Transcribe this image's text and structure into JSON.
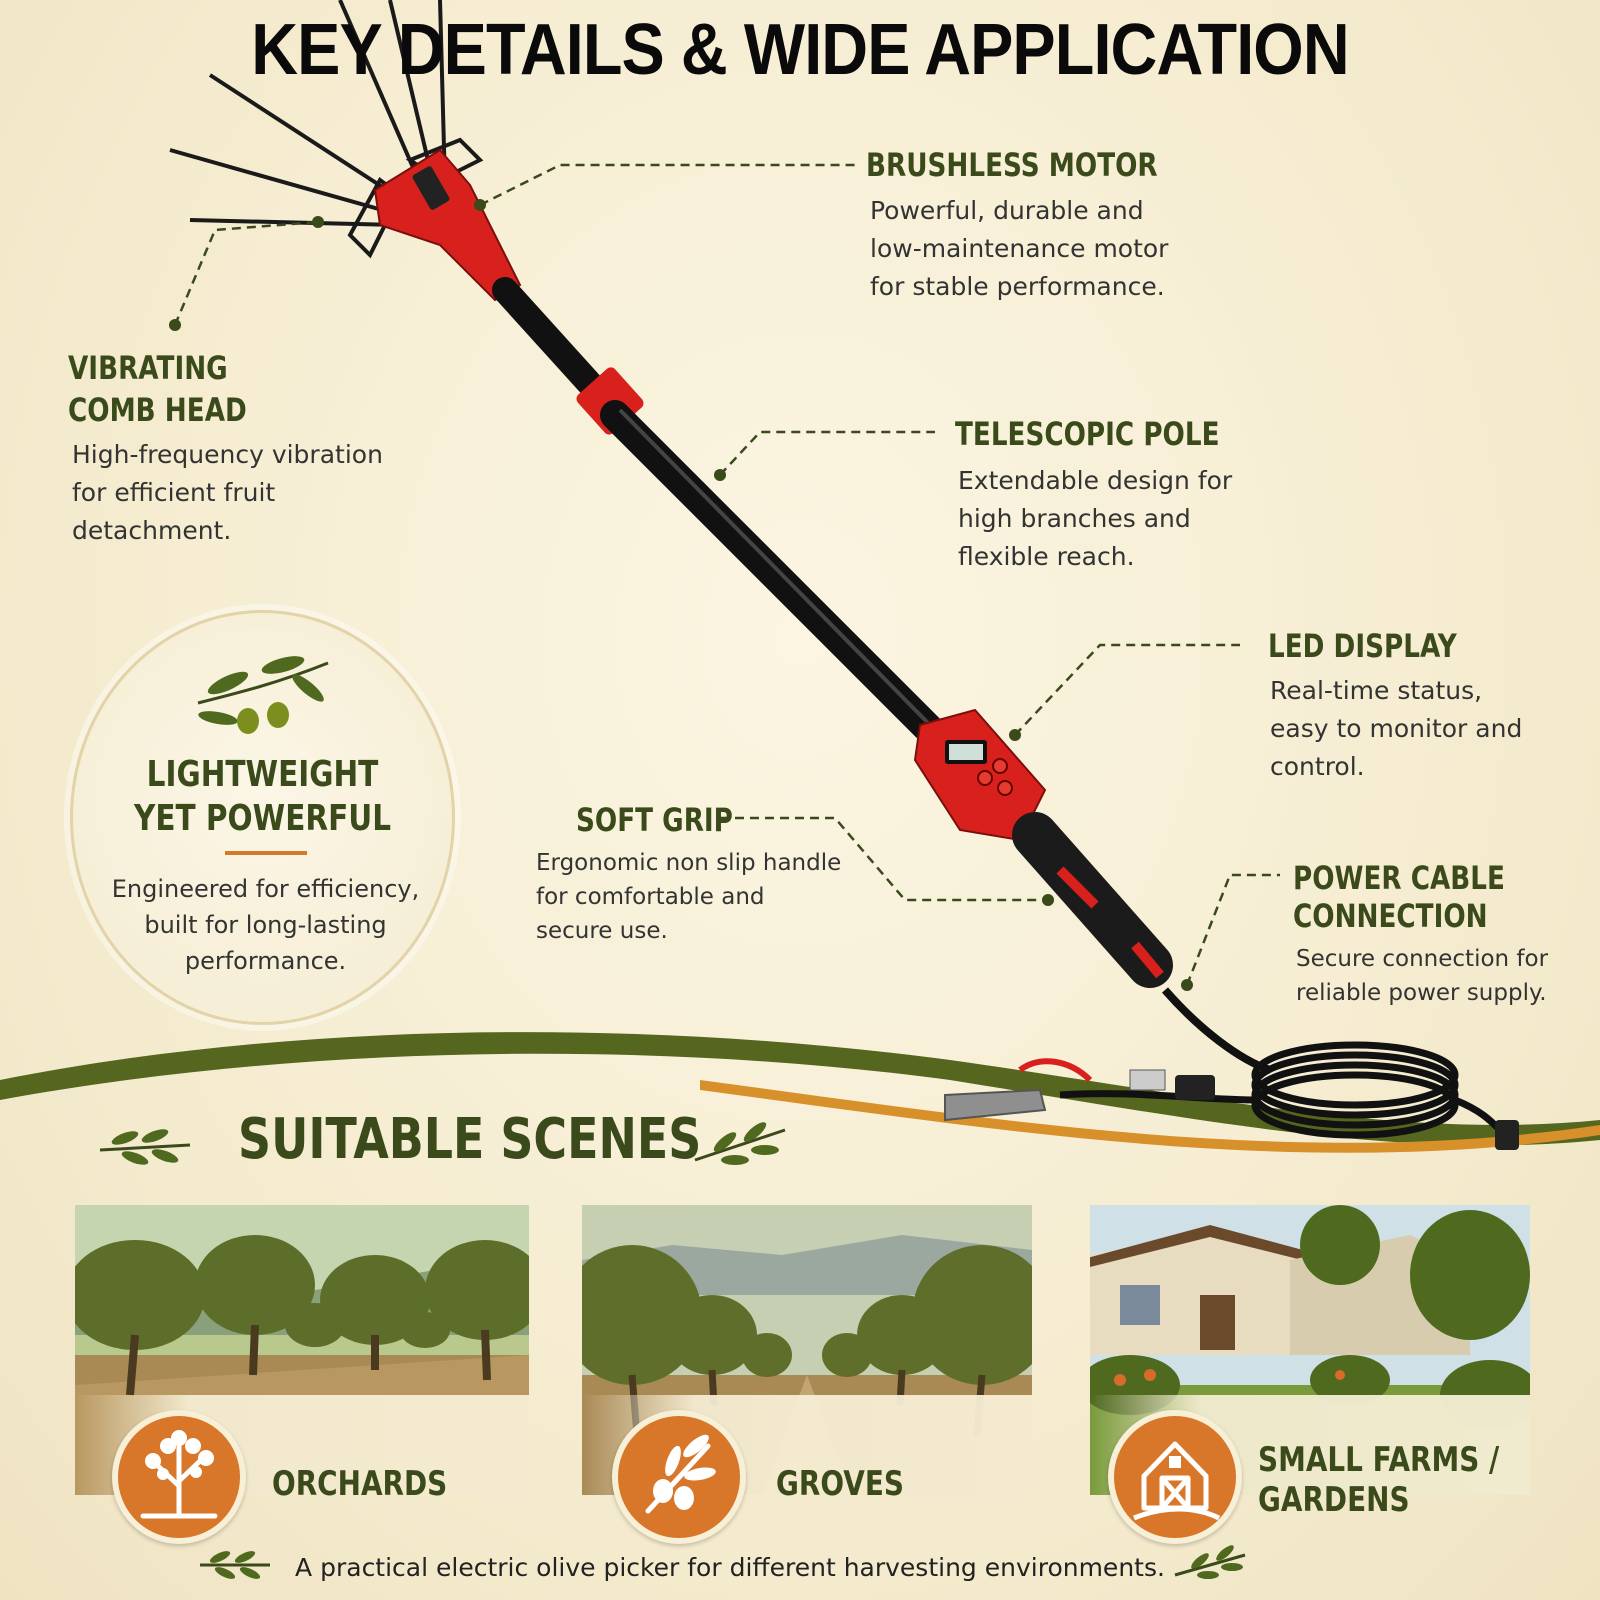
{
  "title": "KEY DETAILS & WIDE APPLICATION",
  "callouts": {
    "motor": {
      "title": "BRUSHLESS MOTOR",
      "text": "Powerful, durable and\nlow-maintenance motor\nfor stable performance."
    },
    "comb": {
      "title_line1": "VIBRATING",
      "title_line2": "COMB HEAD",
      "text": "High-frequency vibration\nfor efficient fruit\ndetachment."
    },
    "pole": {
      "title": "TELESCOPIC POLE",
      "text": "Extendable design for\nhigh branches and\nflexible reach."
    },
    "led": {
      "title": "LED DISPLAY",
      "text": "Real-time status,\neasy to monitor and\ncontrol."
    },
    "grip": {
      "title": "SOFT GRIP",
      "text": "Ergonomic non slip handle\nfor comfortable and\nsecure use."
    },
    "cable": {
      "title_line1": "POWER CABLE",
      "title_line2": "CONNECTION",
      "text": "Secure connection for\nreliable power supply."
    }
  },
  "badge": {
    "title_line1": "LIGHTWEIGHT",
    "title_line2": "YET POWERFUL",
    "text": "Engineered for efficiency,\nbuilt for long-lasting\nperformance."
  },
  "scenes": {
    "title": "SUITABLE SCENES",
    "items": [
      {
        "label": "ORCHARDS",
        "icon": "tree-icon"
      },
      {
        "label": "GROVES",
        "icon": "olive-branch-icon"
      },
      {
        "label": "SMALL FARMS /\nGARDENS",
        "icon": "barn-icon"
      }
    ]
  },
  "footer": "A practical electric olive picker for different harvesting environments.",
  "colors": {
    "background": "#f7efd6",
    "heading_green": "#3a4a1a",
    "accent_orange": "#d8762a",
    "tool_red": "#d8211c",
    "pole_black": "#111111"
  }
}
